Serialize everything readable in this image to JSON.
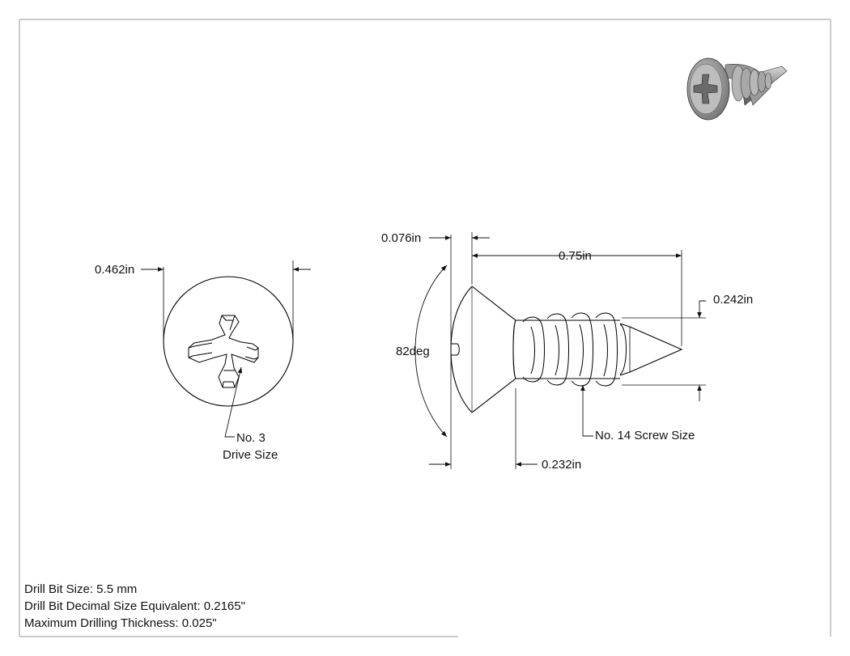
{
  "dimensions": {
    "head_diameter": "0.462in",
    "head_thickness": "0.076in",
    "length": "0.75in",
    "thread_diameter": "0.242in",
    "head_angle": "82deg",
    "shank_diameter": "0.232in"
  },
  "callouts": {
    "drive_line1": "No. 3",
    "drive_line2": "Drive Size",
    "screw_size": "No. 14 Screw Size"
  },
  "notes": [
    "Drill Bit Size: 5.5 mm",
    "Drill Bit Decimal Size Equivalent: 0.2165\"",
    "Maximum Drilling Thickness: 0.025\""
  ],
  "colors": {
    "line": "#000000",
    "border": "#9a9a9a",
    "dim_line": "#222222",
    "render_metal": "#8a8a8a"
  },
  "icons": {
    "iso_view": "screw-isometric-icon"
  }
}
